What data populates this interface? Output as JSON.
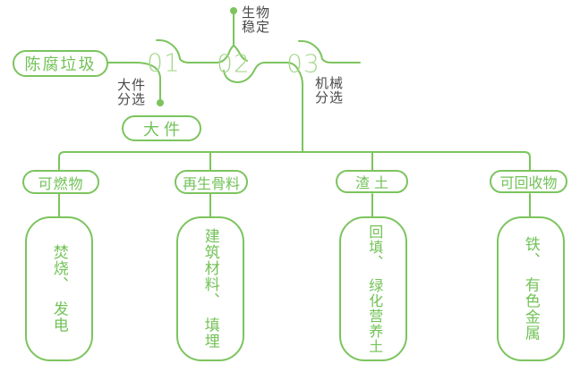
{
  "palette": {
    "line_green": "#7cc45e",
    "number_green": "#a6d88e",
    "label_dark": "#4a4a4a",
    "background": "#ffffff"
  },
  "flow": {
    "source_label": "陈腐垃圾",
    "steps": [
      {
        "number": "01",
        "process_lines": [
          "大件",
          "分选"
        ],
        "output_label": "大件"
      },
      {
        "number": "02",
        "process_lines": [
          "生物",
          "稳定"
        ]
      },
      {
        "number": "03",
        "process_lines": [
          "机械",
          "分选"
        ]
      }
    ],
    "branches": [
      {
        "category": "可燃物",
        "result": "焚烧、　发电"
      },
      {
        "category": "再生骨料",
        "result": "建筑材料、　填埋"
      },
      {
        "category": "渣土",
        "result": "回填、　绿化营养土"
      },
      {
        "category": "可回收物",
        "result": "铁、　有色金属"
      }
    ]
  }
}
